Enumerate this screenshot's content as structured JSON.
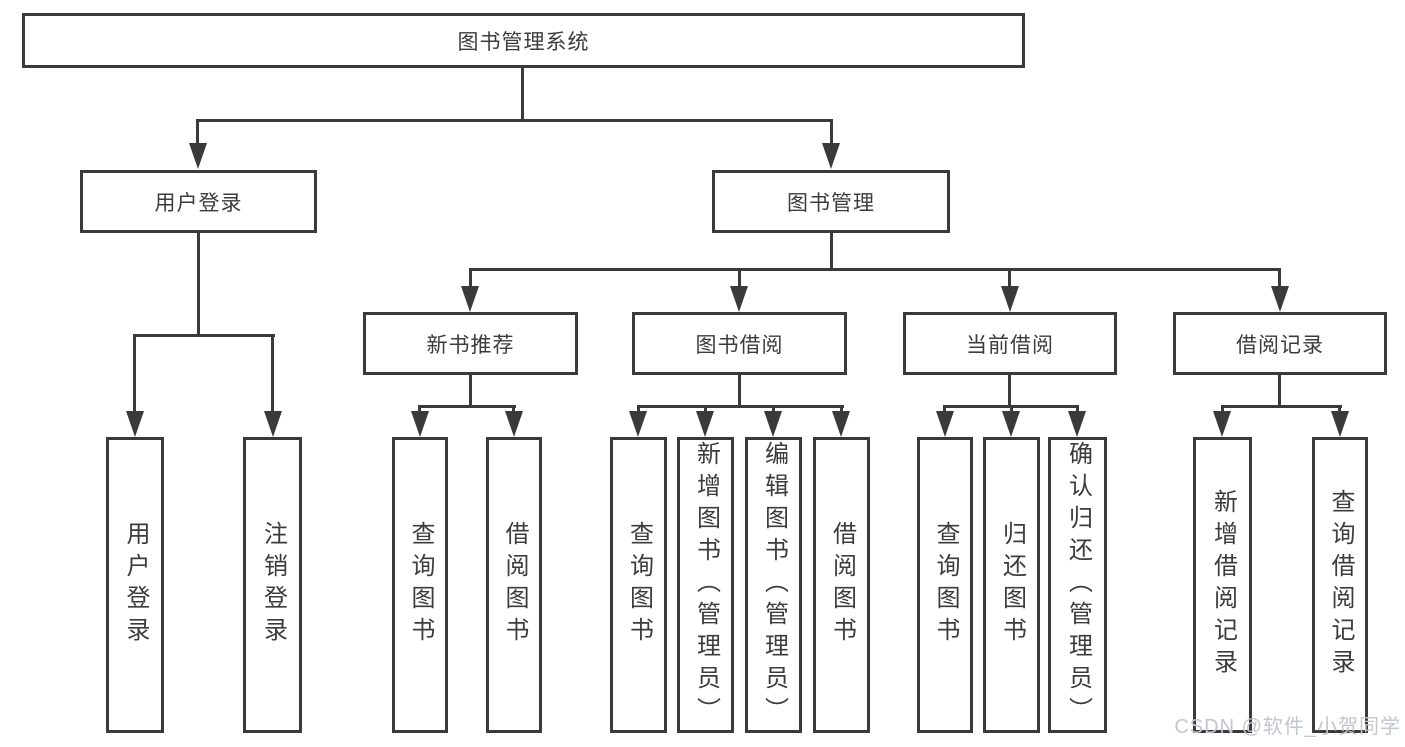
{
  "tree": {
    "root": {
      "label": "图书管理系统"
    },
    "level2": [
      {
        "label": "用户登录"
      },
      {
        "label": "图书管理"
      }
    ],
    "level3": [
      {
        "label": "新书推荐",
        "parent": "图书管理"
      },
      {
        "label": "图书借阅",
        "parent": "图书管理"
      },
      {
        "label": "当前借阅",
        "parent": "图书管理"
      },
      {
        "label": "借阅记录",
        "parent": "图书管理"
      }
    ],
    "leaves": [
      {
        "label": "用户登录",
        "parent": "用户登录"
      },
      {
        "label": "注销登录",
        "parent": "用户登录"
      },
      {
        "label": "查询图书",
        "parent": "新书推荐"
      },
      {
        "label": "借阅图书",
        "parent": "新书推荐"
      },
      {
        "label": "查询图书",
        "parent": "图书借阅"
      },
      {
        "label": "新增图书（管理员）",
        "parent": "图书借阅"
      },
      {
        "label": "编辑图书（管理员）",
        "parent": "图书借阅"
      },
      {
        "label": "借阅图书",
        "parent": "图书借阅"
      },
      {
        "label": "查询图书",
        "parent": "当前借阅"
      },
      {
        "label": "归还图书",
        "parent": "当前借阅"
      },
      {
        "label": "确认归还（管理员）",
        "parent": "当前借阅"
      },
      {
        "label": "新增借阅记录",
        "parent": "借阅记录"
      },
      {
        "label": "查询借阅记录",
        "parent": "借阅记录"
      }
    ]
  },
  "watermark": {
    "text": "CSDN @软件_小贺同学"
  },
  "colors": {
    "line": "#3a3a3a",
    "text": "#3c3c3c",
    "box_background": "#ffffff",
    "page_background": "#ffffff",
    "watermark": "#c2c6ce"
  }
}
